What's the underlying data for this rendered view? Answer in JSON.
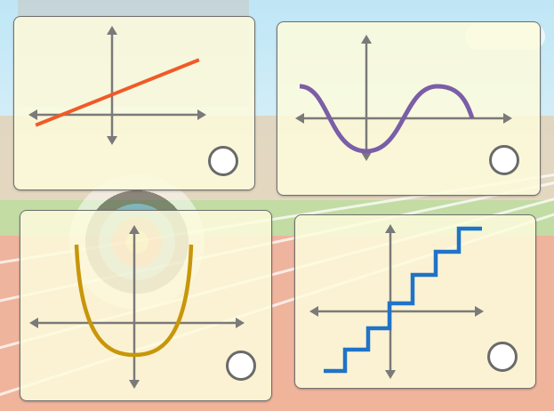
{
  "options": [
    {
      "id": "linear",
      "icon": "linear-graph-icon",
      "curve_color": "#f05a28",
      "selected": false
    },
    {
      "id": "sine",
      "icon": "sine-wave-graph-icon",
      "curve_color": "#7b5ea7",
      "selected": false
    },
    {
      "id": "parabola",
      "icon": "parabola-graph-icon",
      "curve_color": "#c8960a",
      "selected": false
    },
    {
      "id": "step",
      "icon": "step-function-graph-icon",
      "curve_color": "#1f73c8",
      "selected": false
    }
  ],
  "axis_color": "#7a7a7a",
  "card_color": "#fdfbdc",
  "background": "archery-target-on-running-track"
}
